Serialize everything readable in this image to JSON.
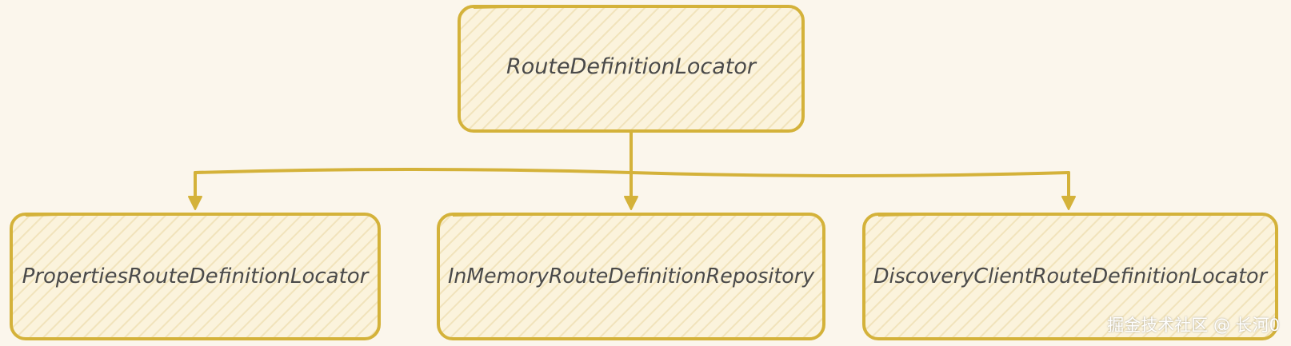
{
  "diagram": {
    "root": {
      "label": "RouteDefinitionLocator"
    },
    "children": [
      {
        "label": "PropertiesRouteDefinitionLocator"
      },
      {
        "label": "InMemoryRouteDefinitionRepository"
      },
      {
        "label": "DiscoveryClientRouteDefinitionLocator"
      }
    ]
  },
  "colors": {
    "stroke": "#d4b23a",
    "box_fill": "#fbf3dc",
    "hatch": "#f1e3bb",
    "text": "#4a4a4a",
    "background": "#fbf6ec"
  },
  "watermark": "掘金技术社区 @ 长河0"
}
